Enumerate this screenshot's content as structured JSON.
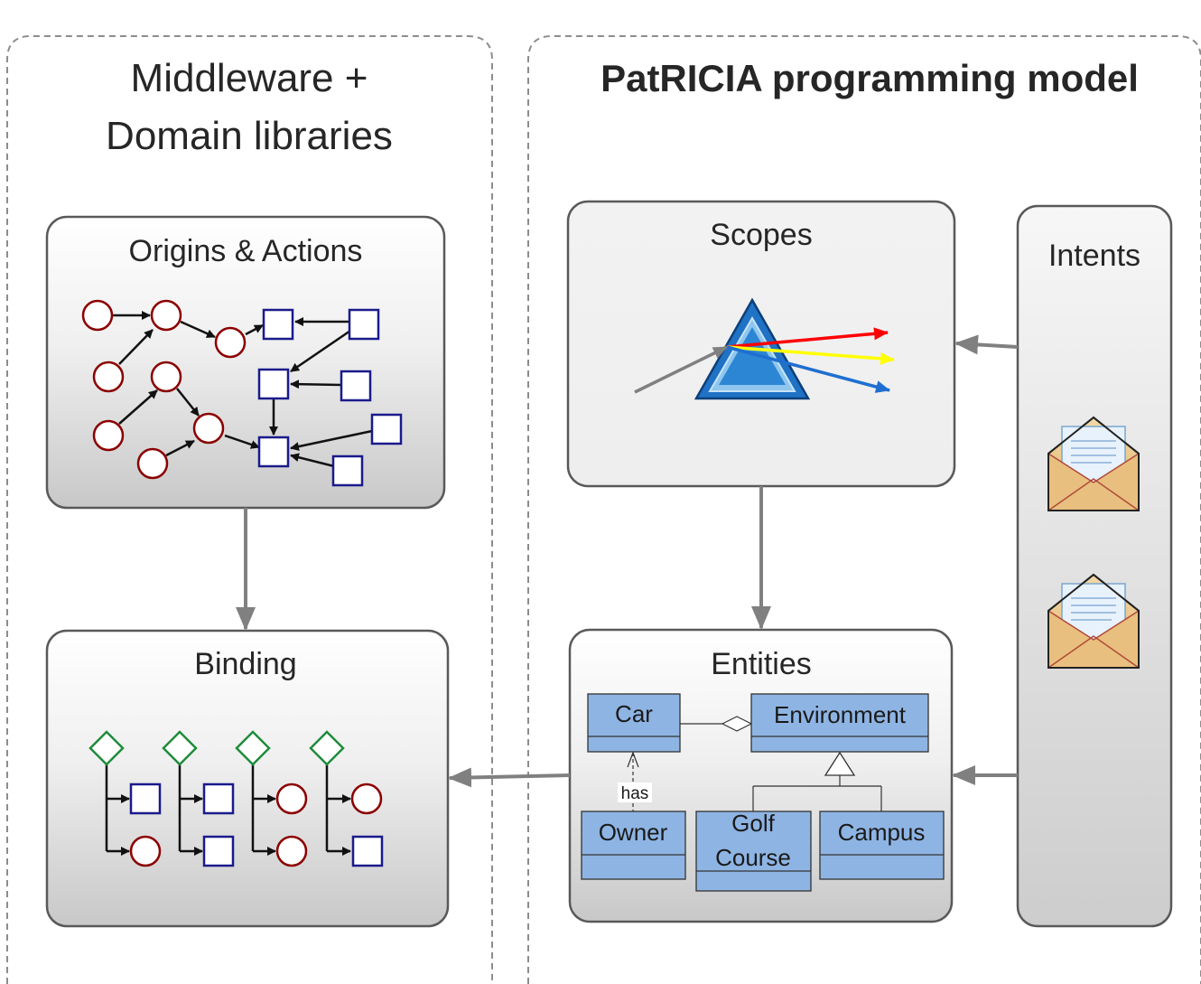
{
  "left_panel": {
    "title_line1": "Middleware +",
    "title_line2": "Domain libraries"
  },
  "right_panel": {
    "title": "PatRICIA programming model"
  },
  "boxes": {
    "origins_actions": "Origins & Actions",
    "binding": "Binding",
    "scopes": "Scopes",
    "entities": "Entities",
    "intents": "Intents"
  },
  "uml": {
    "car": "Car",
    "environment": "Environment",
    "owner": "Owner",
    "golf_line1": "Golf",
    "golf_line2": "Course",
    "campus": "Campus",
    "has": "has"
  },
  "colors": {
    "origin_node": "#8b0000",
    "action_node": "#1a1a8c",
    "binding_diamond": "#1e8c3c",
    "uml_class_fill": "#8eb4e3",
    "prism": "#1f72c4",
    "ray_red": "#ff0000",
    "ray_yellow": "#ffff00",
    "ray_blue": "#1f6fd0",
    "connector_arrow": "#808080"
  },
  "icons": [
    "envelope-icon",
    "prism-icon"
  ]
}
